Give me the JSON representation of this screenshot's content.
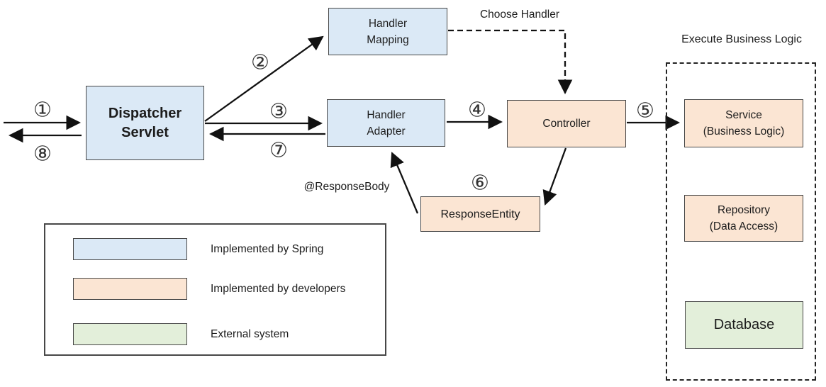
{
  "diagram": {
    "nodes": {
      "dispatcher_servlet": {
        "label": "Dispatcher\nServlet",
        "fill": "#dbe9f6"
      },
      "handler_mapping": {
        "label": "Handler\nMapping",
        "fill": "#dbe9f6"
      },
      "handler_adapter": {
        "label": "Handler\nAdapter",
        "fill": "#dbe9f6"
      },
      "controller": {
        "label": "Controller",
        "fill": "#fbe5d3"
      },
      "response_entity": {
        "label": "ResponseEntity",
        "fill": "#fbe5d3"
      },
      "service": {
        "label": "Service\n(Business Logic)",
        "fill": "#fbe5d3"
      },
      "repository": {
        "label": "Repository\n(Data Access)",
        "fill": "#fbe5d3"
      },
      "database": {
        "label": "Database",
        "fill": "#e3efda"
      }
    },
    "steps": [
      "①",
      "②",
      "③",
      "④",
      "⑤",
      "⑥",
      "⑦",
      "⑧"
    ],
    "annotations": {
      "choose_handler": "Choose Handler",
      "response_body": "@ResponseBody",
      "execute_business_logic": "Execute Business Logic"
    },
    "legend": {
      "items": [
        {
          "label": "Implemented by Spring",
          "color": "#dbe9f6"
        },
        {
          "label": "Implemented by developers",
          "color": "#fbe5d3"
        },
        {
          "label": "External system",
          "color": "#e3efda"
        }
      ]
    },
    "colors": {
      "spring_blue": "#dbe9f6",
      "developer_orange": "#fbe5d3",
      "external_green": "#e3efda",
      "line": "#111111"
    }
  }
}
